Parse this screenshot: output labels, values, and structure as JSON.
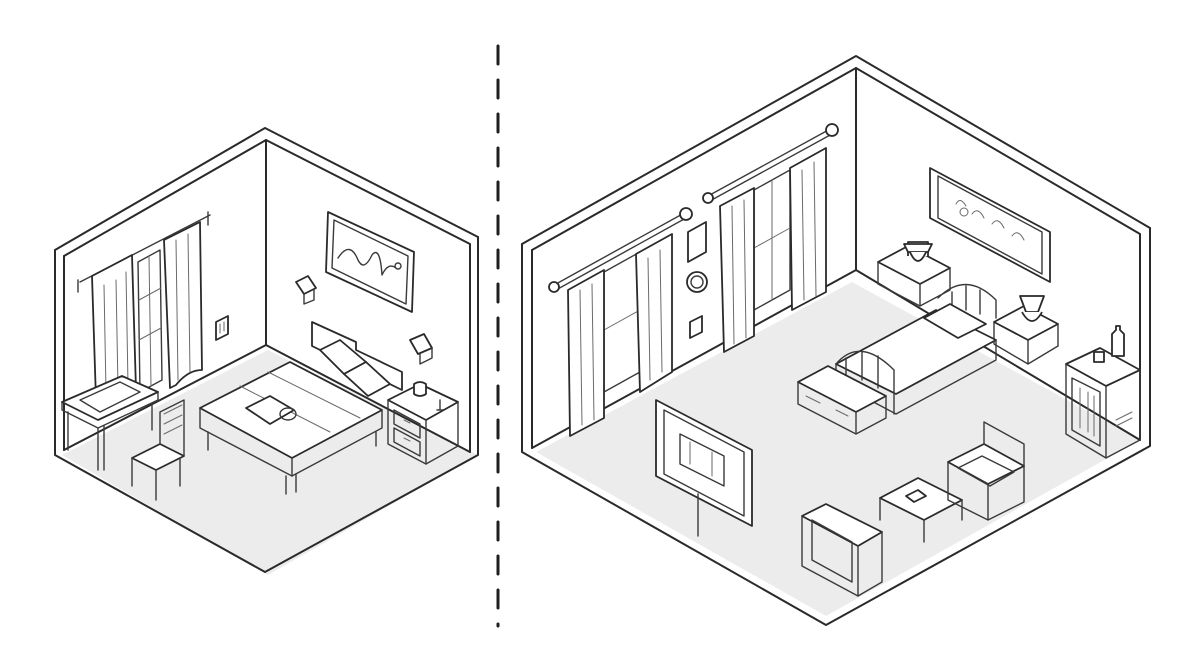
{
  "illustration": {
    "style": "pencil-sketch",
    "colors": {
      "ink": "#2a2a2a",
      "paper": "#ffffff",
      "shade": "#ececec"
    },
    "panels": [
      {
        "id": "small-bedroom",
        "items": [
          "window",
          "curtains",
          "wall-art",
          "wall-lamp",
          "wall-lamp",
          "light-switch",
          "double-bed",
          "pillows",
          "nightstand",
          "vase",
          "desk",
          "chair"
        ]
      },
      {
        "id": "large-hotel-room",
        "items": [
          "curtains",
          "windows",
          "framed-art",
          "round-mirror",
          "light-switch",
          "single-bed",
          "bench",
          "nightstand",
          "nightstand",
          "table-lamp",
          "table-lamp",
          "minibar-fridge",
          "bottles",
          "tv",
          "armchair",
          "armchair",
          "coffee-table"
        ]
      }
    ],
    "divider": "dashed"
  }
}
